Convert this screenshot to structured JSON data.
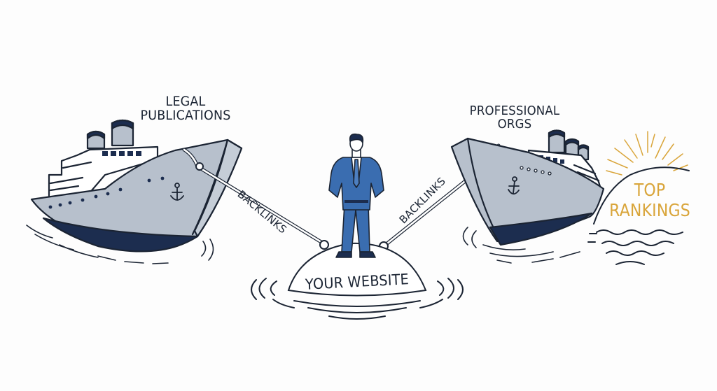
{
  "scene": {
    "description": "Two ships tethered by ropes to an island labeled Your Website, with a businessman standing on it; a sun rising behind a hill labeled Top Rankings",
    "colors": {
      "background": "#fdfdfd",
      "ink": "#1b2433",
      "hull_gray": "#b7c0cc",
      "hull_dark": "#1c2d4f",
      "suit_blue": "#3a6db0",
      "sun_gold": "#d9a53a"
    }
  },
  "labels": {
    "left_ship": "LEGAL\nPUBLICATIONS",
    "left_ship_line1": "LEGAL",
    "left_ship_line2": "PUBLICATIONS",
    "right_ship_line1": "PROFESSIONAL",
    "right_ship_line2": "ORGS",
    "rope_left": "BACKLINKS",
    "rope_right": "BACKLINKS",
    "island": "YOUR WEBSITE",
    "goal_line1": "TOP",
    "goal_line2": "RANKINGS"
  },
  "icons": {
    "left_ship": "ship-icon",
    "right_ship": "ship-icon",
    "anchor": "anchor-icon",
    "person": "businessman-figure",
    "sun": "rising-sun-icon",
    "waves": "wave-lines"
  }
}
